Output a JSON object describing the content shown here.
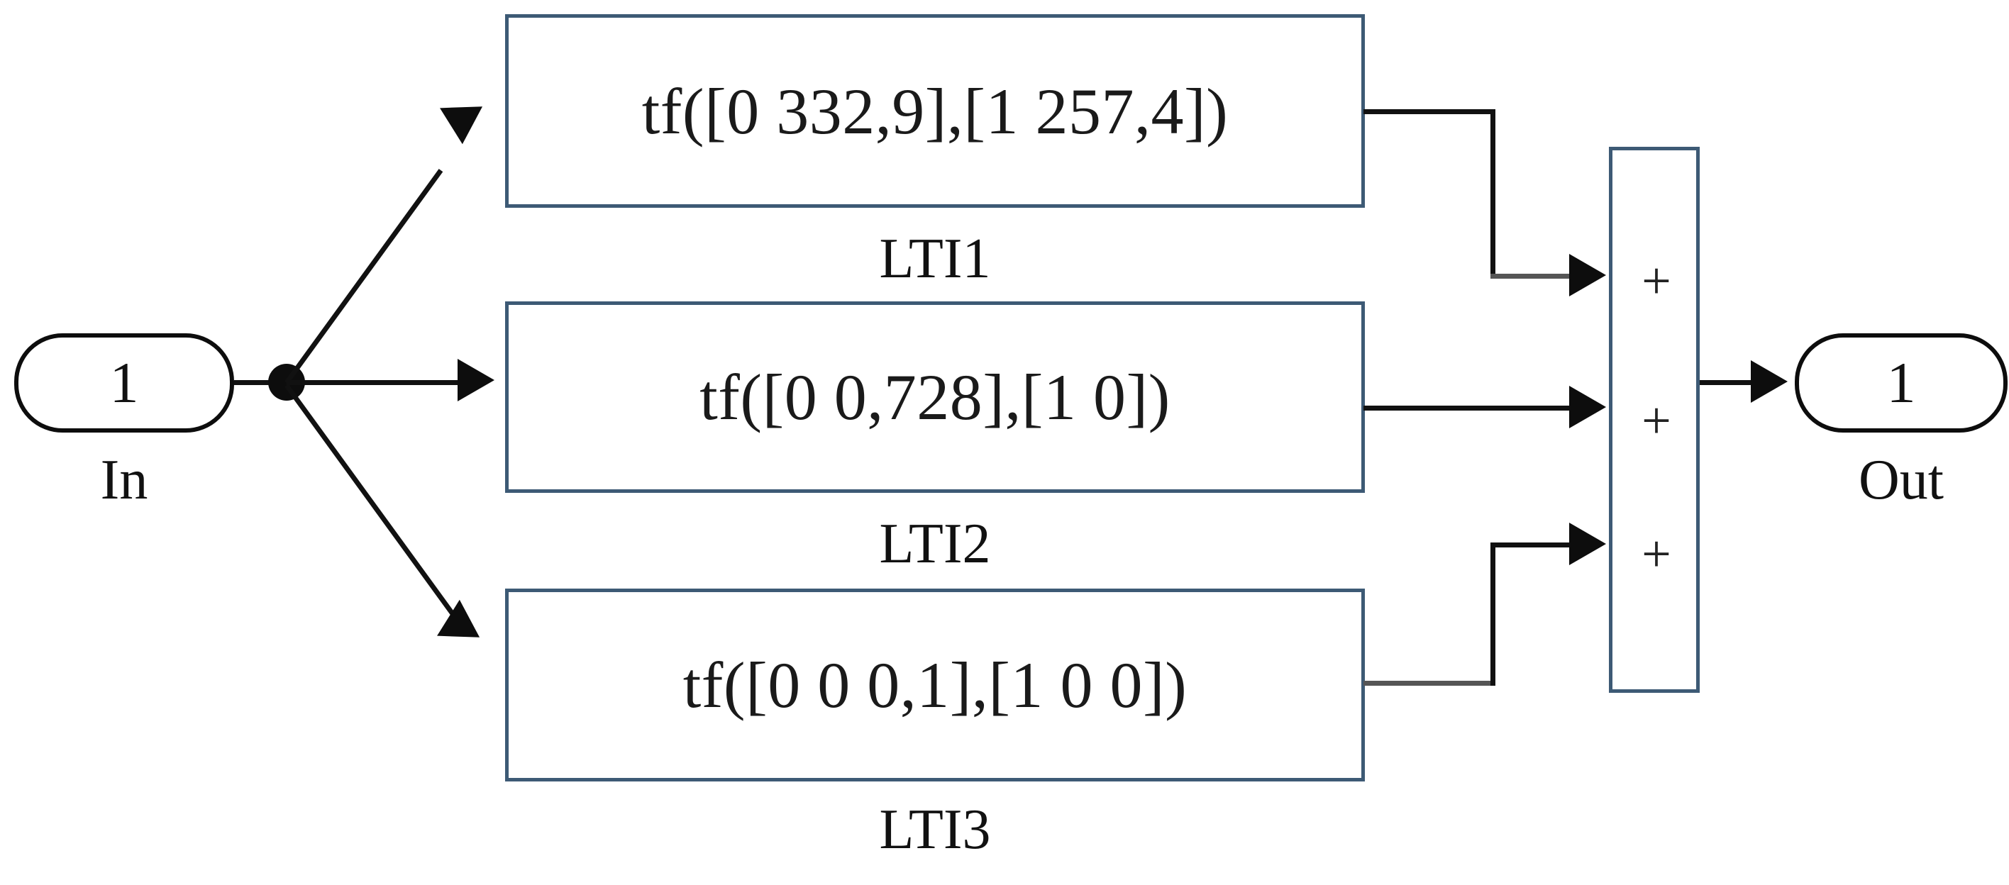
{
  "diagram": {
    "title": "Parallel LTI transfer function block diagram",
    "colors": {
      "block_border": "#3d5a75",
      "wire": "#111111",
      "port_border": "#0d0d0d",
      "background": "#ffffff"
    }
  },
  "ports": {
    "input": {
      "number": "1",
      "label": "In"
    },
    "output": {
      "number": "1",
      "label": "Out"
    }
  },
  "blocks": [
    {
      "id": "lti1",
      "text": "tf([0 332,9],[1 257,4])",
      "caption": "LTI1"
    },
    {
      "id": "lti2",
      "text": "tf([0 0,728],[1 0])",
      "caption": "LTI2"
    },
    {
      "id": "lti3",
      "text": "tf([0 0 0,1],[1 0 0])",
      "caption": "LTI3"
    }
  ],
  "sum_block": {
    "signs": [
      "+",
      "+",
      "+"
    ]
  }
}
